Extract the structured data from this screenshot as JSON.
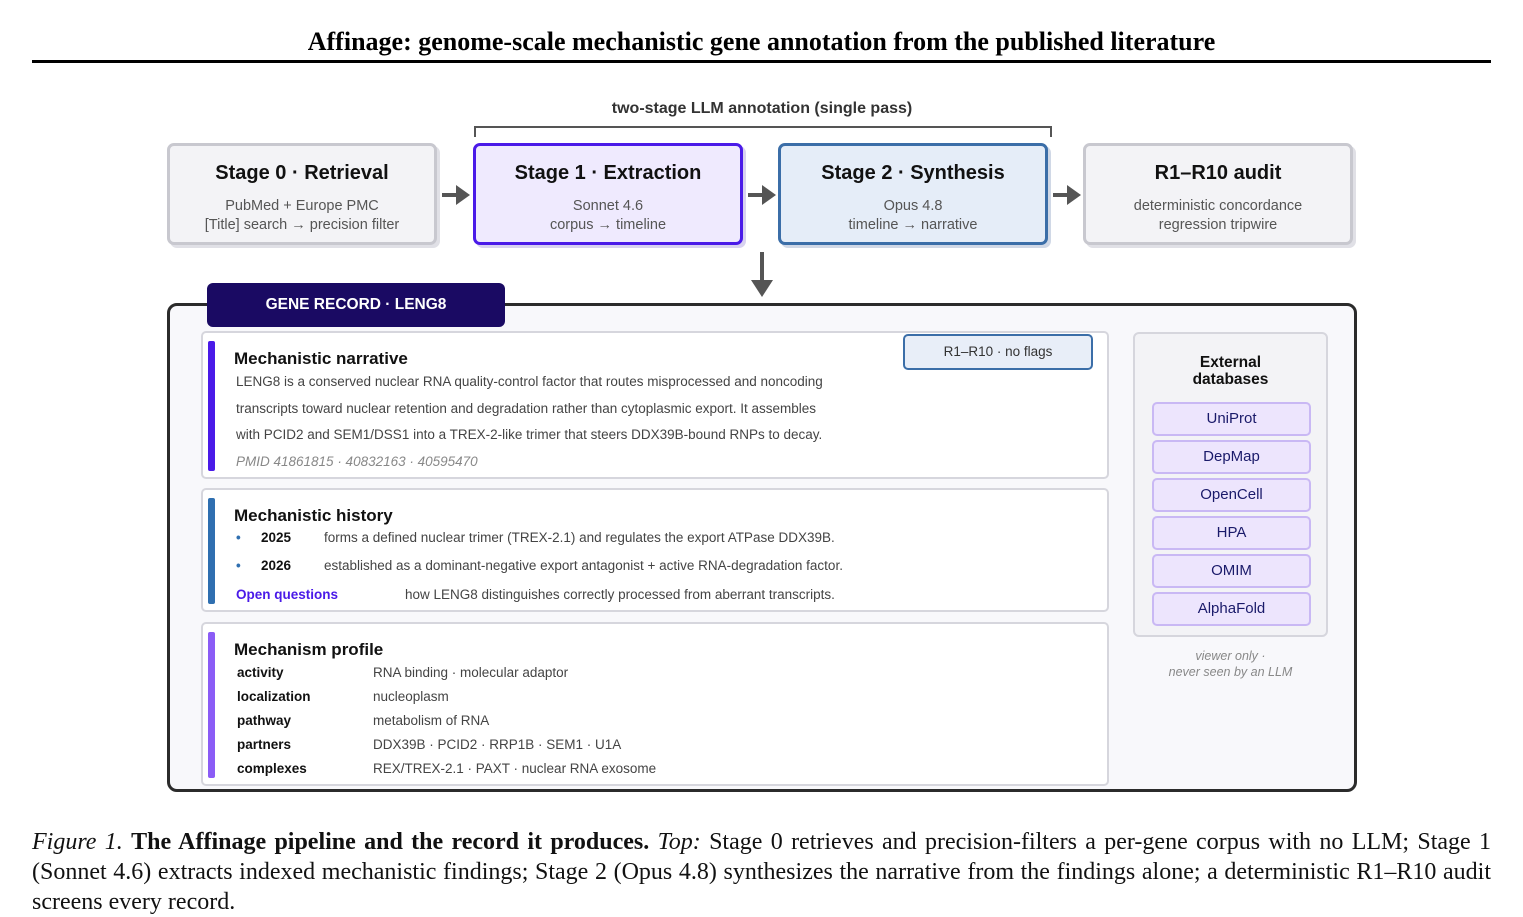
{
  "page": {
    "title": "Affinage: genome-scale mechanistic gene annotation from the published literature"
  },
  "pipeline": {
    "bracket_label": "two-stage LLM annotation (single pass)",
    "stages": [
      {
        "title": "Stage 0 · Retrieval",
        "line1": "PubMed + Europe PMC",
        "line2": "[Title] search → precision filter"
      },
      {
        "title": "Stage 1 · Extraction",
        "line1": "Sonnet 4.6",
        "line2": "corpus → timeline"
      },
      {
        "title": "Stage 2 · Synthesis",
        "line1": "Opus 4.8",
        "line2": "timeline → narrative"
      },
      {
        "title": "R1–R10 audit",
        "line1": "deterministic concordance",
        "line2": "regression tripwire"
      }
    ]
  },
  "record": {
    "tab_label": "GENE RECORD · LENG8",
    "narrative": {
      "title": "Mechanistic narrative",
      "badge": "R1–R10 · no flags",
      "lines": [
        "LENG8 is a conserved nuclear RNA quality-control factor that routes misprocessed and noncoding",
        "transcripts toward nuclear retention and degradation rather than cytoplasmic export. It assembles",
        "with PCID2 and SEM1/DSS1 into a TREX-2-like trimer that steers DDX39B-bound RNPs to decay."
      ],
      "pmids": "PMID 41861815 · 40832163 · 40595470"
    },
    "history": {
      "title": "Mechanistic history",
      "items": [
        {
          "year": "2025",
          "text": "forms a defined nuclear trimer (TREX-2.1) and regulates the export ATPase DDX39B."
        },
        {
          "year": "2026",
          "text": "established as a dominant-negative export antagonist + active RNA-degradation factor."
        }
      ],
      "open_label": "Open questions",
      "open_text": "how LENG8 distinguishes correctly processed from aberrant transcripts."
    },
    "profile": {
      "title": "Mechanism profile",
      "rows": [
        {
          "key": "activity",
          "value": "RNA binding · molecular adaptor"
        },
        {
          "key": "localization",
          "value": "nucleoplasm"
        },
        {
          "key": "pathway",
          "value": "metabolism of RNA"
        },
        {
          "key": "partners",
          "value": "DDX39B · PCID2 · RRP1B · SEM1 · U1A"
        },
        {
          "key": "complexes",
          "value": "REX/TREX-2.1 · PAXT · nuclear RNA exosome"
        }
      ]
    }
  },
  "external": {
    "title_line1": "External",
    "title_line2": "databases",
    "databases": [
      "UniProt",
      "DepMap",
      "OpenCell",
      "HPA",
      "OMIM",
      "AlphaFold"
    ],
    "note_line1": "viewer only ·",
    "note_line2": "never seen by an LLM"
  },
  "caption": {
    "label": "Figure 1.",
    "bold": "The Affinage pipeline and the record it produces.",
    "top_label": "Top:",
    "text": "Stage 0 retrieves and precision-filters a per-gene corpus with no LLM; Stage 1 (Sonnet 4.6) extracts indexed mechanistic findings; Stage 2 (Opus 4.8) synthesizes the narrative from the findings alone; a deterministic R1–R10 audit screens every record."
  },
  "colors": {
    "stage1_accent": "#4a1ae8",
    "stage2_accent": "#3b6ea8",
    "record_tab": "#1a0a63",
    "profile_bar": "#8b5cf6"
  }
}
